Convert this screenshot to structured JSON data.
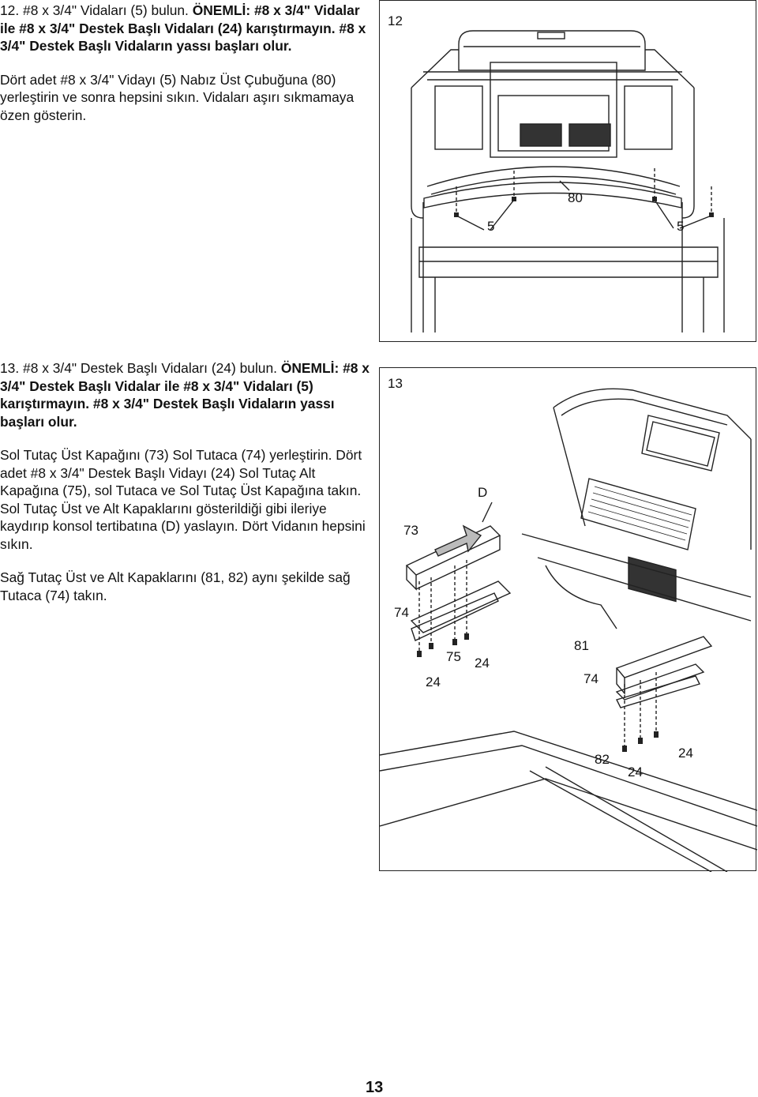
{
  "step12": {
    "number": "12.",
    "intro": "#8 x 3/4\" Vidaları (5) bulun.",
    "important": "ÖNEMLİ: #8 x 3/4\" Vidalar ile #8 x 3/4\" Destek Başlı Vidaları (24) karıştırmayın. #8 x 3/4\" Destek Başlı Vidaların yassı başları olur.",
    "body": "Dört adet #8 x 3/4\" Vidayı (5) Nabız Üst Çubuğuna (80) yerleştirin ve sonra hepsini sıkın. Vidaları aşırı sıkmamaya özen gösterin."
  },
  "step13": {
    "number": "13.",
    "intro": "#8 x 3/4\" Destek Başlı Vidaları (24) bulun.",
    "important": "ÖNEMLİ: #8 x 3/4\" Destek Başlı Vidalar ile #8 x 3/4\" Vidaları (5) karıştırmayın. #8 x 3/4\" Destek Başlı Vidaların yassı başları olur.",
    "body1": "Sol Tutaç Üst Kapağını (73) Sol Tutaca (74) yerleştirin. Dört adet #8 x 3/4\" Destek Başlı Vidayı (24) Sol Tutaç Alt Kapağına (75), sol Tutaca ve Sol Tutaç Üst Kapağına takın. Sol Tutaç Üst ve Alt Kapaklarını gösterildiği gibi ileriye kaydırıp konsol tertibatına (D) yaslayın. Dört Vidanın hepsini sıkın.",
    "body2": "Sağ Tutaç Üst ve Alt Kapaklarını (81, 82) aynı şekilde sağ Tutaca (74) takın."
  },
  "figure12": {
    "number": "12",
    "callouts": {
      "c80": "80",
      "c5left": "5",
      "c5right": "5"
    }
  },
  "figure13": {
    "number": "13",
    "callouts": {
      "cD": "D",
      "c73": "73",
      "c74left": "74",
      "c75": "75",
      "c24a": "24",
      "c24b": "24",
      "c81": "81",
      "c74right": "74",
      "c82": "82",
      "c24c": "24",
      "c24d": "24"
    }
  },
  "page_number": "13"
}
